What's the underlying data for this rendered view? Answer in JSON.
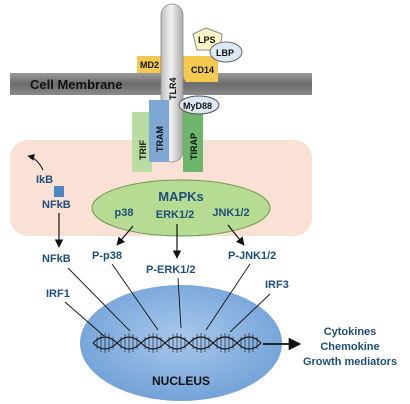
{
  "diagram": {
    "membrane_label": "Cell Membrane",
    "receptor": "TLR4",
    "md2": "MD2",
    "lps": "LPS",
    "lbp": "LBP",
    "cd14": "CD14",
    "myd88": "MyD88",
    "trif": "TRIF",
    "tram": "TRAM",
    "tirap": "TIRAP",
    "ikb": "IkB",
    "nfkb_complex": "NFkB",
    "mapks": "MAPKs",
    "p38": "p38",
    "erk": "ERK1/2",
    "jnk": "JNK1/2",
    "nfkb": "NFkB",
    "p_p38": "P-p38",
    "p_erk": "P-ERK1/2",
    "p_jnk": "P-JNK1/2",
    "irf1": "IRF1",
    "irf3": "IRF3",
    "nucleus": "NUCLEUS",
    "outputs": [
      "Cytokines",
      "Chemokine",
      "Growth mediators"
    ]
  },
  "colors": {
    "membrane": "#7a7a7a",
    "cytoplasm": "#fbe0d6",
    "nucleus": "#8db4e2",
    "mapks": "#b6dc94",
    "text_blue": "#1f4e79",
    "tlr4": "#d9d9d9",
    "md2": "#f4c94f",
    "cd14": "#f4c94f",
    "tram": "#7fa7d4",
    "trif": "#b9dca2",
    "tirap": "#6db56b",
    "myd88": "#dde8f4"
  }
}
